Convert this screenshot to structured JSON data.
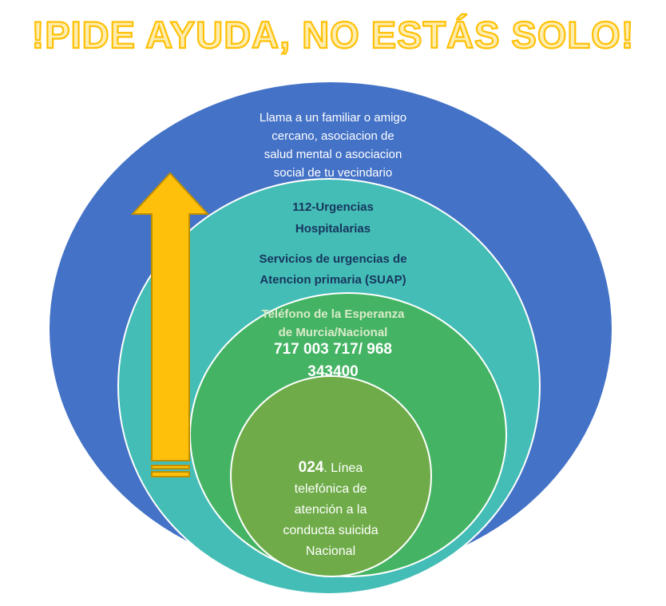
{
  "title": {
    "text": "!PIDE AYUDA, NO ESTÁS SOLO!",
    "fill_color": "#FFEDB0",
    "outline_color": "#FFC107"
  },
  "circles": {
    "outer": {
      "color": "#4472C6",
      "label": "Llama a un familiar o amigo\ncercano, asociacion de\nsalud mental o asociacion\nsocial de tu  vecindario",
      "label_color": "#FFFFFF"
    },
    "urgencias": {
      "color": "#44BDB7",
      "label_top": "112-Urgencias\nHospitalarias",
      "label_bottom": "Servicios de urgencias de\nAtencion primaria (SUAP)",
      "label_color": "#17365D"
    },
    "esperanza": {
      "color": "#45B364",
      "label": "Teléfono de la Esperanza\nde Murcia/Nacional",
      "label_color": "#D9EBC9",
      "phone": "717 003 717/ 968\n343400",
      "phone_color": "#FFFFFF"
    },
    "linea024": {
      "color": "#6FAC49",
      "number": "024",
      "label": ". Línea\ntelefónica de\natención a la\nconducta suicida\nNacional",
      "label_color": "#FFFFFF"
    }
  },
  "arrow": {
    "fill_color": "#FFC00B",
    "border_color": "#BF9000"
  }
}
